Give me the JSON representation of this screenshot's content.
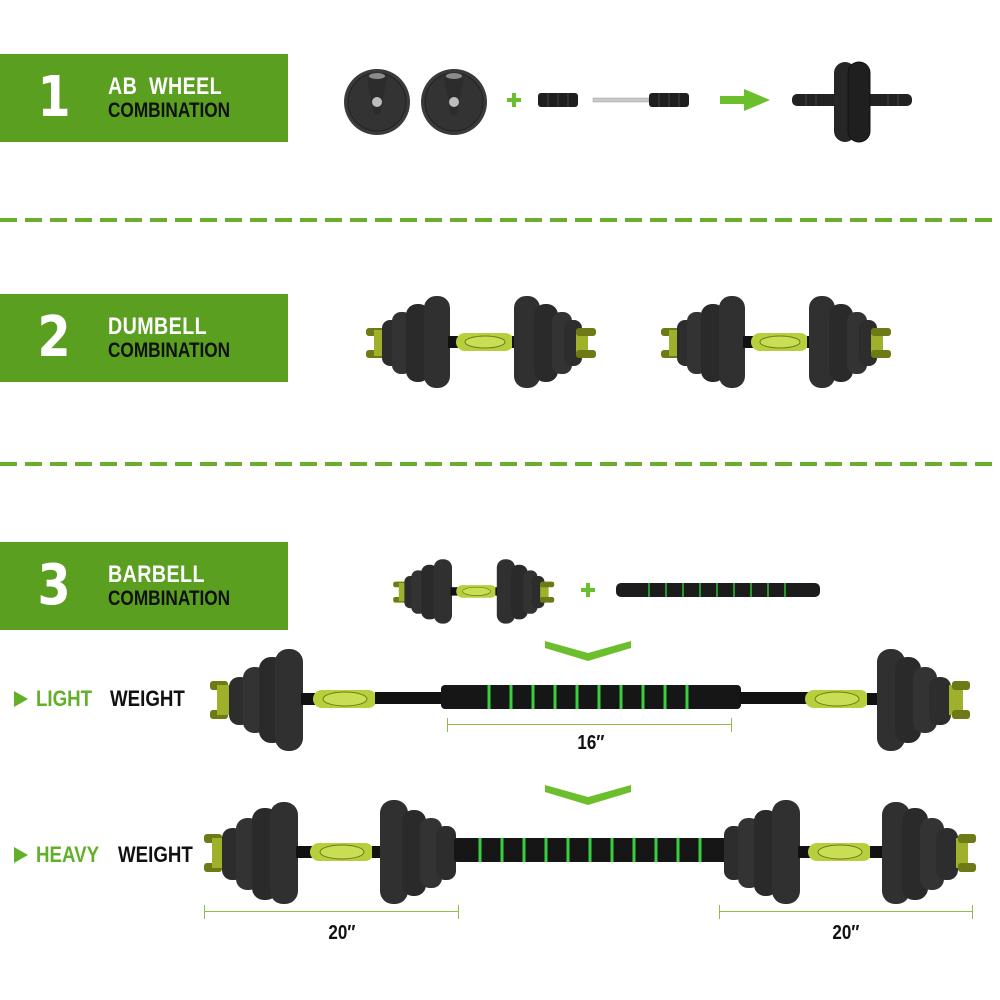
{
  "sections": [
    {
      "number": "1",
      "title": "AB  WHEEL",
      "subtitle": "COMBINATION"
    },
    {
      "number": "2",
      "title": "DUMBELL",
      "subtitle": "COMBINATION"
    },
    {
      "number": "3",
      "title": "BARBELL",
      "subtitle": "COMBINATION"
    }
  ],
  "section1": {
    "parts": [
      "weight-plate",
      "weight-plate",
      "plus",
      "handle",
      "steel-rod-with-handle",
      "arrow-right",
      "ab-wheel"
    ],
    "plus_symbol": "+"
  },
  "section2": {
    "parts": [
      "dumbbell",
      "dumbbell"
    ]
  },
  "section3": {
    "plus_symbol": "+",
    "parts": [
      "dumbbell",
      "connecting-bar"
    ],
    "light": {
      "kind": "LIGHT",
      "word": "WEIGHT",
      "measure": "16″"
    },
    "heavy": {
      "kind": "HEAVY",
      "word": "WEIGHT",
      "measure_left": "20″",
      "measure_right": "20″"
    }
  },
  "colors": {
    "brand_green": "#5a9f1f",
    "accent_green": "#62b02a",
    "dash_green": "#6bae2e",
    "text_dark": "#111111",
    "weight_black": "#2a2a2a",
    "handle_lime": "#b5d13a"
  }
}
